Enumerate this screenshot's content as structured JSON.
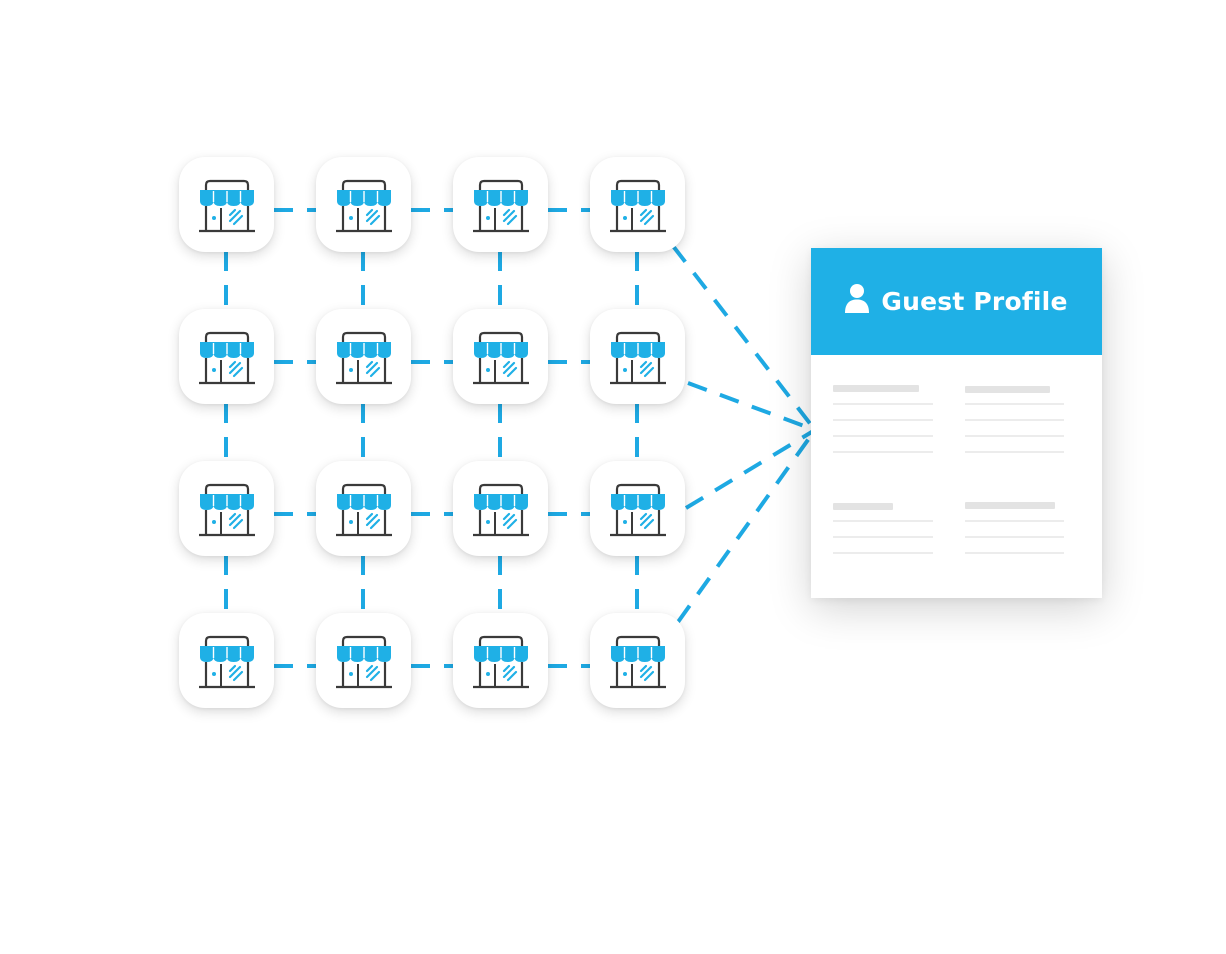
{
  "profile": {
    "title": "Guest Profile",
    "icon": "user-icon"
  },
  "store_grid": {
    "rows": 4,
    "columns": 4,
    "icon": "storefront-icon"
  },
  "colors": {
    "accent": "#1fb0e6",
    "connector": "#1ea9e3",
    "icon_dark": "#3a3a3a",
    "background": "#ffffff"
  }
}
